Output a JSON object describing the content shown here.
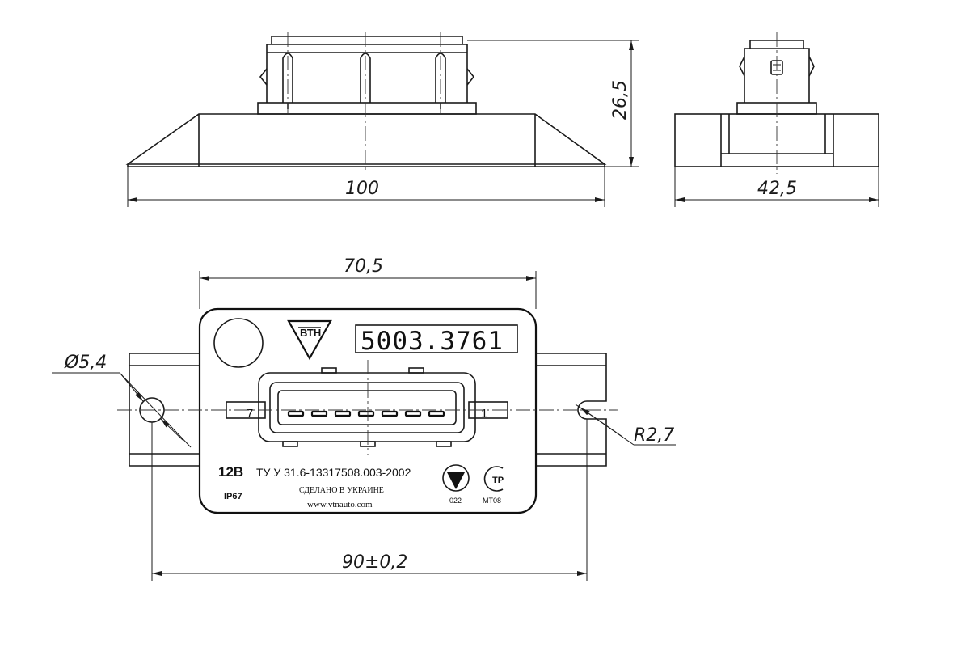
{
  "dimensions": {
    "length": "100",
    "height": "26,5",
    "width": "42,5",
    "body_width": "70,5",
    "hole_spacing": "90±0,2",
    "hole_diameter": "Ø5,4",
    "slot_radius": "R2,7"
  },
  "label": {
    "brand_logo": "ВТН",
    "part_number": "5003.3761",
    "voltage": "12В",
    "spec": "ТУ У 31.6-13317508.003-2002",
    "made_in": "СДЕЛАНО В УКРАИНЕ",
    "website": "www.vtnauto.com",
    "protection": "IP67",
    "cert_code_1": "022",
    "cert_code_2": "МТ08",
    "cert_mark_2": "ТР"
  },
  "connector": {
    "pin_left": "7",
    "pin_right": "1"
  }
}
